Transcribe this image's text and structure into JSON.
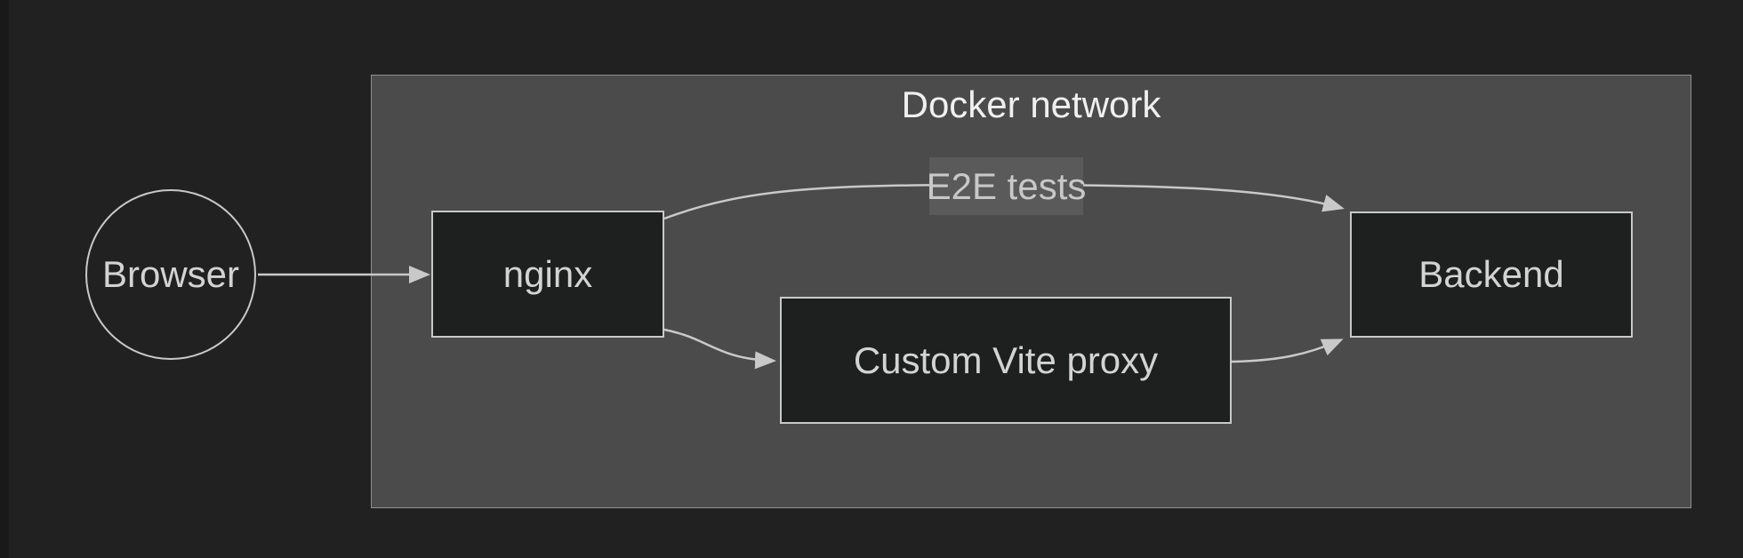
{
  "diagram": {
    "cluster": {
      "title": "Docker network"
    },
    "nodes": [
      {
        "id": "browser",
        "label": "Browser",
        "shape": "circle",
        "in_cluster": false
      },
      {
        "id": "nginx",
        "label": "nginx",
        "shape": "rect",
        "in_cluster": true
      },
      {
        "id": "vite-proxy",
        "label": "Custom Vite proxy",
        "shape": "rect",
        "in_cluster": true
      },
      {
        "id": "backend",
        "label": "Backend",
        "shape": "rect",
        "in_cluster": true
      }
    ],
    "edges": [
      {
        "from": "browser",
        "to": "nginx",
        "label": ""
      },
      {
        "from": "nginx",
        "to": "backend",
        "label": "E2E tests"
      },
      {
        "from": "nginx",
        "to": "vite-proxy",
        "label": ""
      },
      {
        "from": "vite-proxy",
        "to": "backend",
        "label": ""
      }
    ]
  },
  "colors": {
    "background": "#212121",
    "left_strip": "#191919",
    "cluster_fill": "#4b4b4b",
    "cluster_border": "#8f8f8f",
    "node_fill": "#1e1f1f",
    "node_border": "#c9c9c9",
    "node_text": "#d3d3d3",
    "cluster_title_text": "#f0f0f0",
    "edge": "#c9c9c9",
    "edge_label_bg": "#5a5a5a",
    "edge_label_text": "#c8c8c8"
  }
}
